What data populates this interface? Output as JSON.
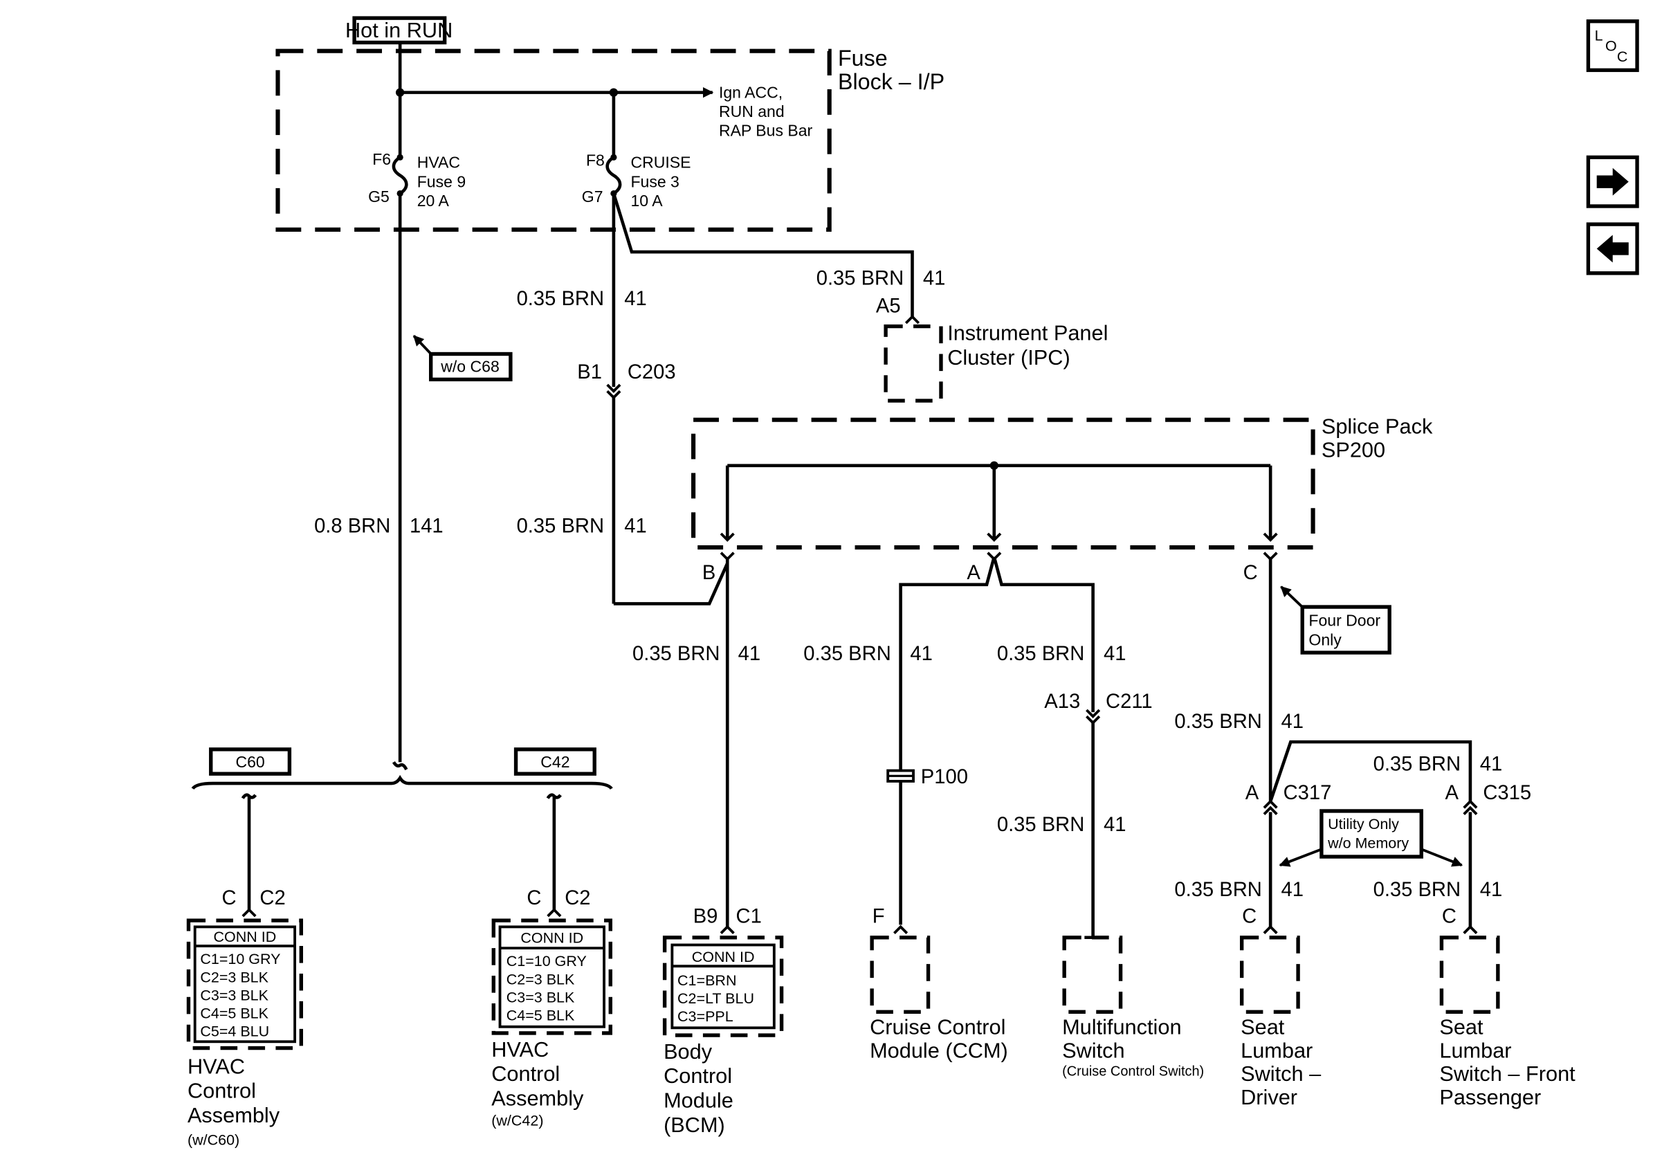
{
  "nav": {
    "loc_icon": "loc-icon",
    "next_icon": "arrow-right-icon",
    "prev_icon": "arrow-left-icon"
  },
  "power": {
    "hot_label": "Hot in RUN",
    "fuse_block_line1": "Fuse",
    "fuse_block_line2": "Block – I/P",
    "bus_bar_line1": "Ign ACC,",
    "bus_bar_line2": "RUN and",
    "bus_bar_line3": "RAP Bus Bar",
    "hvac_fuse": {
      "top_pin": "F6",
      "bottom_pin": "G5",
      "name": "HVAC",
      "fuse": "Fuse 9",
      "rating": "20 A"
    },
    "cruise_fuse": {
      "top_pin": "F8",
      "bottom_pin": "G7",
      "name": "CRUISE",
      "fuse": "Fuse 3",
      "rating": "10 A"
    }
  },
  "wires": {
    "w141": {
      "gauge": "0.8 BRN",
      "circuit": "141"
    },
    "w41": {
      "gauge": "0.35 BRN",
      "circuit": "41"
    }
  },
  "connectors": {
    "ipc_pin": "A5",
    "c203_pin": "B1",
    "c203": "C203",
    "c211_pin": "A13",
    "c211": "C211",
    "p100": "P100",
    "c317_pin": "A",
    "c317": "C317",
    "c315_pin": "A",
    "c315": "C315",
    "c60": "C60",
    "c42": "C42",
    "splice_b": "B",
    "splice_a": "A",
    "splice_c": "C"
  },
  "notes": {
    "wo_c68": "w/o C68",
    "four_door_line1": "Four Door",
    "four_door_line2": "Only",
    "utility_line1": "Utility Only",
    "utility_line2": "w/o Memory"
  },
  "splice_pack": {
    "line1": "Splice Pack",
    "line2": "SP200"
  },
  "components": {
    "ipc": {
      "line1": "Instrument Panel",
      "line2": "Cluster (IPC)"
    },
    "hvac_c60": {
      "pin_left": "C",
      "pin_right": "C2",
      "conn_title": "CONN ID",
      "conn_rows": [
        "C1=10 GRY",
        "C2=3 BLK",
        "C3=3 BLK",
        "C4=5 BLK",
        "C5=4 BLU"
      ],
      "line1": "HVAC",
      "line2": "Control",
      "line3": "Assembly",
      "note": "(w/C60)"
    },
    "hvac_c42": {
      "pin_left": "C",
      "pin_right": "C2",
      "conn_title": "CONN ID",
      "conn_rows": [
        "C1=10 GRY",
        "C2=3 BLK",
        "C3=3 BLK",
        "C4=5 BLK"
      ],
      "line1": "HVAC",
      "line2": "Control",
      "line3": "Assembly",
      "note": "(w/C42)"
    },
    "bcm": {
      "pin_left": "B9",
      "pin_right": "C1",
      "conn_title": "CONN ID",
      "conn_rows": [
        "C1=BRN",
        "C2=LT BLU",
        "C3=PPL"
      ],
      "line1": "Body",
      "line2": "Control",
      "line3": "Module",
      "line4": "(BCM)"
    },
    "ccm": {
      "pin": "F",
      "line1": "Cruise Control",
      "line2": "Module (CCM)"
    },
    "multifunction": {
      "line1": "Multifunction",
      "line2": "Switch",
      "note": "(Cruise Control Switch)"
    },
    "seat_driver": {
      "pin": "C",
      "line1": "Seat",
      "line2": "Lumbar",
      "line3": "Switch –",
      "line4": "Driver"
    },
    "seat_passenger": {
      "pin": "C",
      "line1": "Seat",
      "line2": "Lumbar",
      "line3": "Switch – Front",
      "line4": "Passenger"
    }
  }
}
